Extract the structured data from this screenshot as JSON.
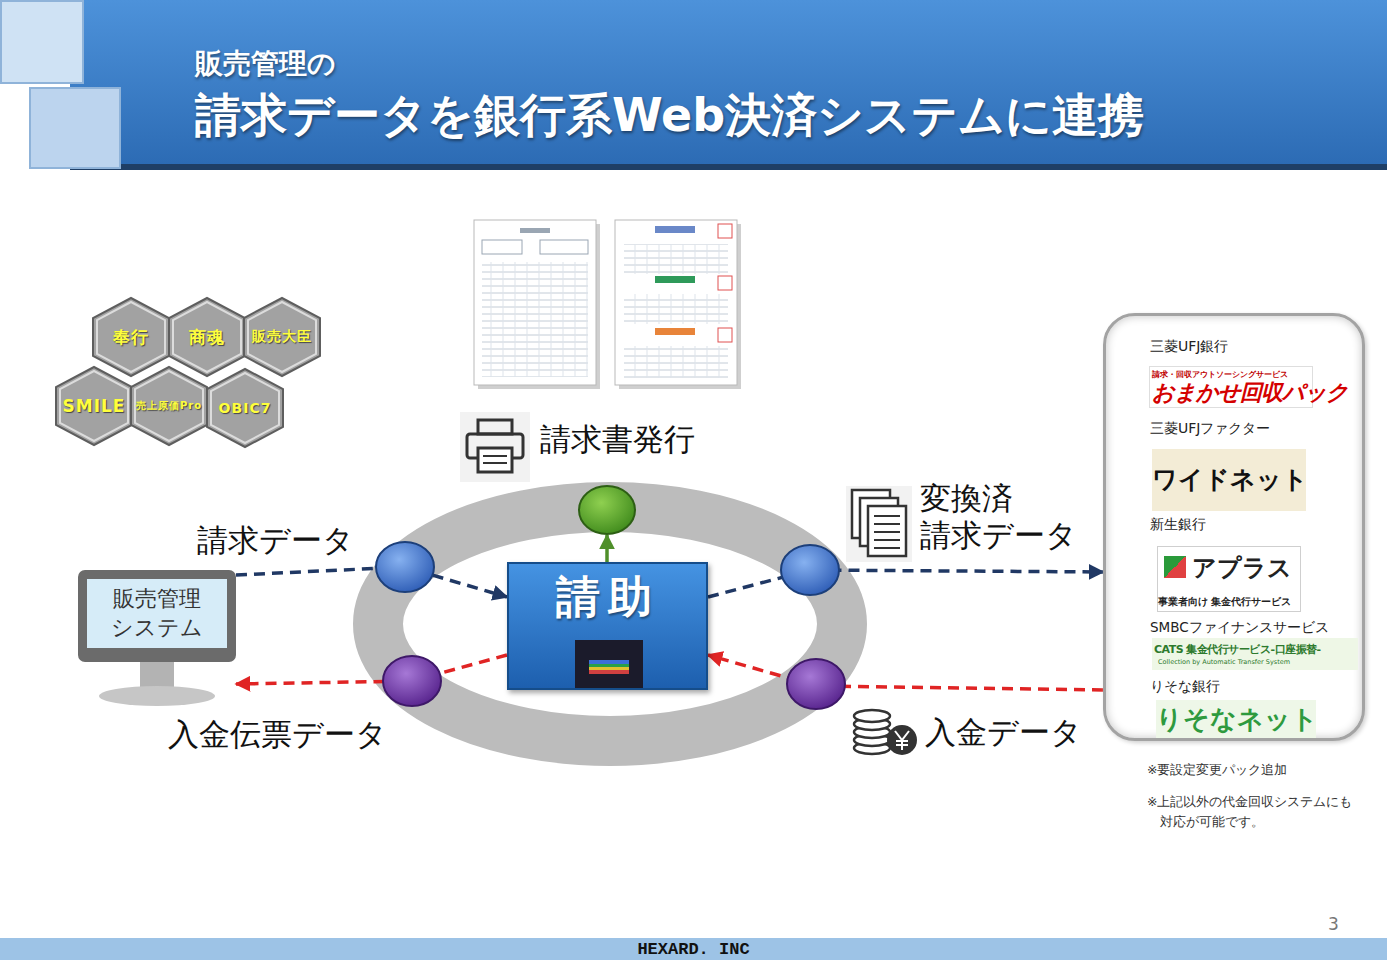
{
  "diagram": {
    "title": "販売管理の 請求データを銀行系Web決済システムに連携",
    "nodes": [
      {
        "text": [
          "奉行"
        ]
      },
      {
        "text": [
          "商魂"
        ]
      },
      {
        "text": [
          "販売大臣"
        ]
      },
      {
        "text": [
          "SMILE"
        ]
      },
      {
        "text": [
          "売上原価Pro"
        ]
      },
      {
        "text": [
          "OBIC7"
        ]
      },
      {
        "text": [
          "三菱UFJ銀行",
          "請求・回収アウトソーシングサービス",
          "おまかせ回収パック",
          "三菱UFJファクター",
          "ワイドネット",
          "新生銀行",
          "アプラス",
          "事業者向け 集金代行サービス",
          "SMBCファイナンスサービス",
          "CATS 集金代行サービス-口座振替-",
          "Collection by Automatic Transfer System",
          "りそな銀行",
          "りそなネット"
        ]
      },
      {
        "text": [
          "請求書発行"
        ]
      },
      {
        "text": [
          "販売管理 システム"
        ]
      },
      {
        "text": [
          "請助"
        ]
      }
    ],
    "edges": [
      {
        "from": 8,
        "to": 9,
        "arrow": "to",
        "label": "請求データ"
      },
      {
        "from": 9,
        "to": 7,
        "arrow": "to"
      },
      {
        "from": 9,
        "to": 6,
        "arrow": "to",
        "label": "変換済 請求データ"
      },
      {
        "from": 6,
        "to": 9,
        "arrow": "to",
        "label": "入金データ"
      },
      {
        "from": 9,
        "to": 8,
        "arrow": "to",
        "label": "入金伝票データ"
      }
    ],
    "labels": [
      "※要設定変更パック追加",
      "※上記以外の代金回収システムにも 対応が可能です。",
      "3",
      "HEXARD. INC"
    ]
  }
}
